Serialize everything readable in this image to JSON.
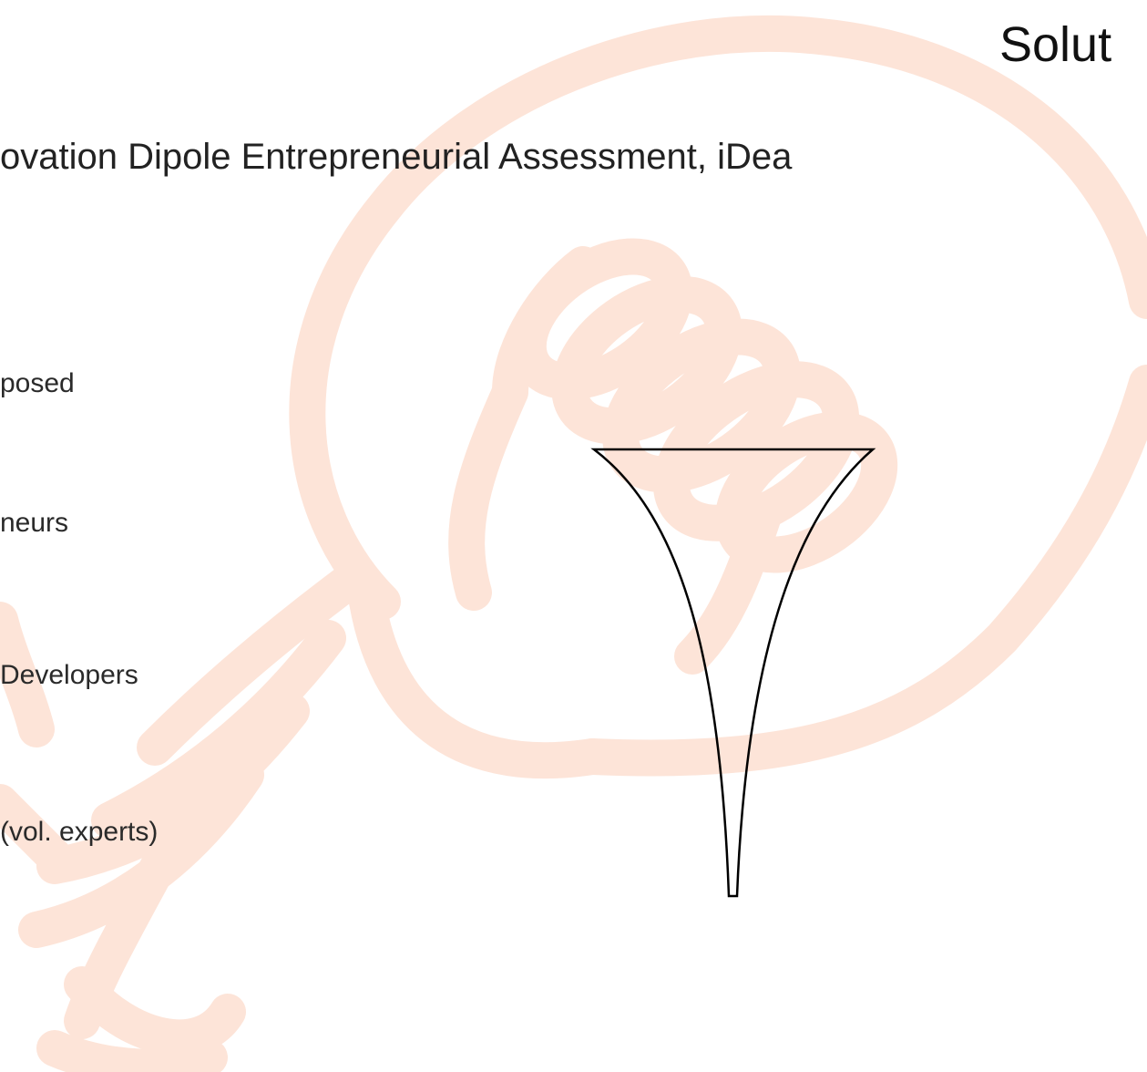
{
  "slide": {
    "title": "Solut",
    "subtitle": "ovation Dipole Entrepreneurial Assessment, iDea"
  },
  "funnel_labels": [
    "posed",
    "neurs",
    "Developers",
    "(vol. experts)"
  ],
  "colors": {
    "bulb_stroke": "#fde4d8",
    "funnel_stroke": "#000000"
  },
  "icons": {
    "background": "lightbulb-icon",
    "diagram": "funnel-icon"
  }
}
